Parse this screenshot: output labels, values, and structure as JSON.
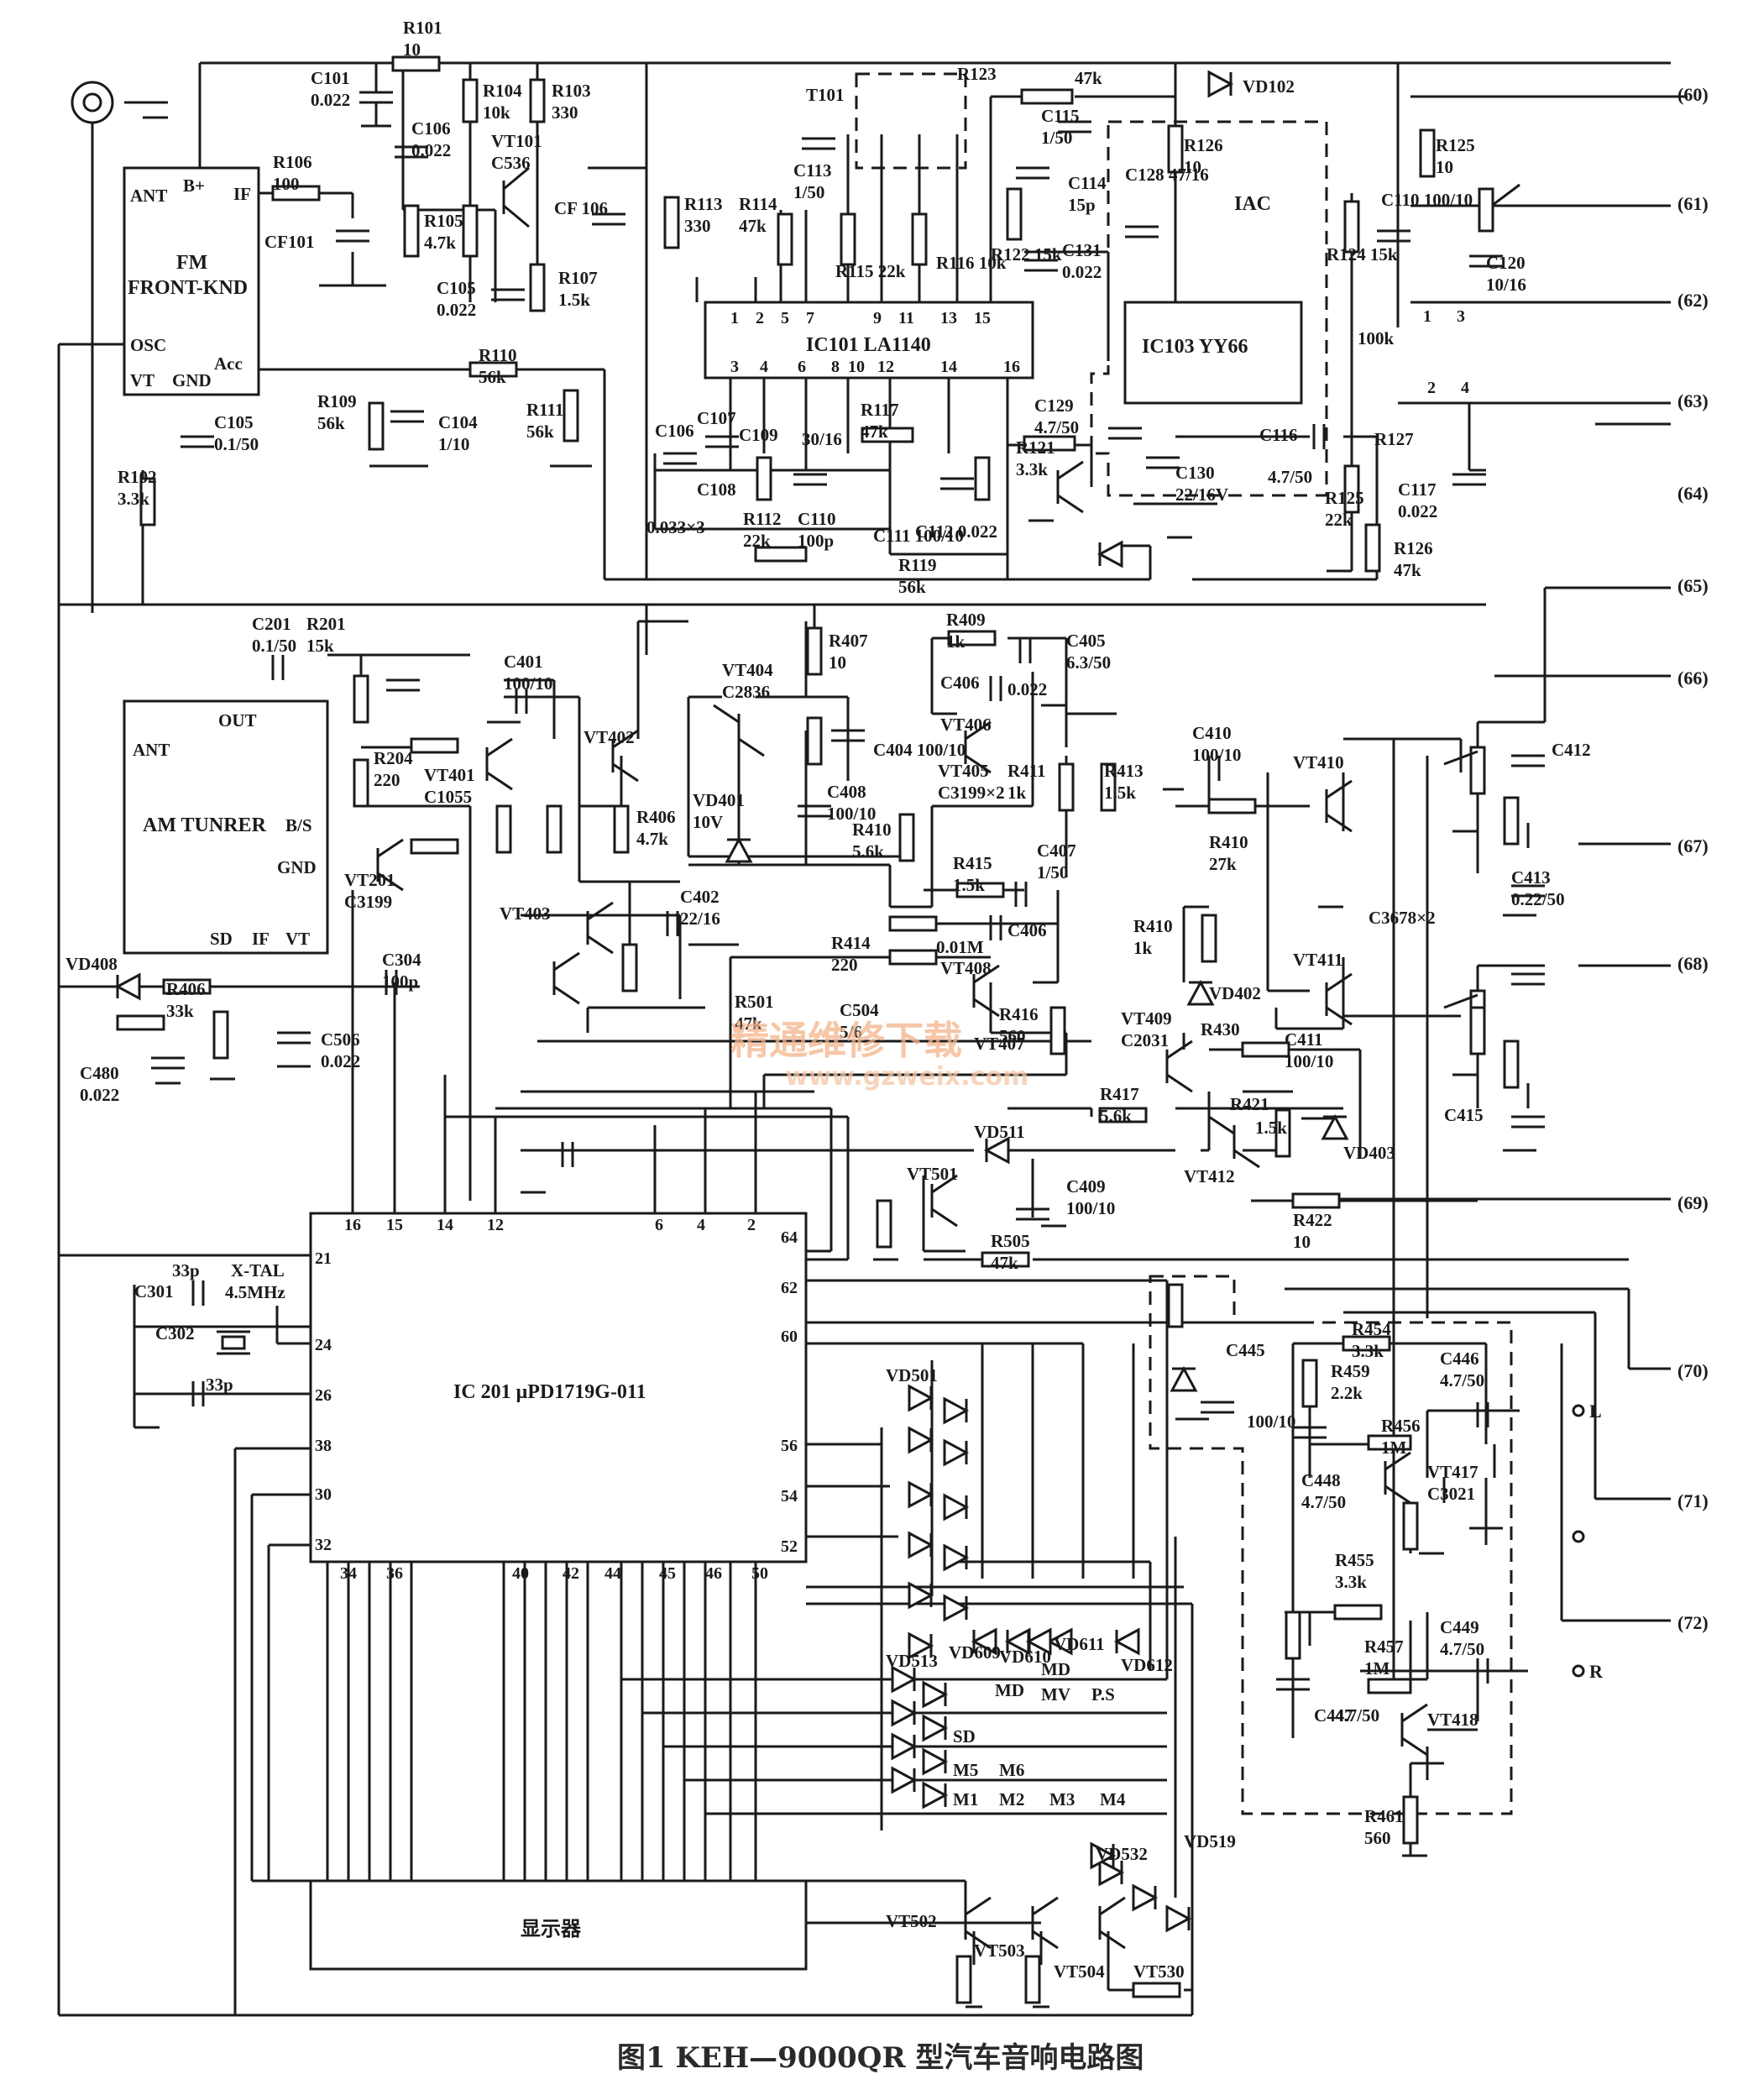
{
  "caption": "图1 KEH—9000QR 型汽车音响电路图",
  "watermark": {
    "site": "精通维修下载",
    "url": "www.gzweix.com"
  },
  "blocks": {
    "fm_front": {
      "line1": "FM",
      "line2": "FRONT-KND",
      "ant": "ANT",
      "bplus": "B+",
      "if": "IF",
      "osc": "OSC",
      "vt": "VT",
      "gnd": "GND",
      "acc": "Acc"
    },
    "am_tuner": {
      "name": "AM TUNRER",
      "out": "OUT",
      "ant": "ANT",
      "bs": "B/S",
      "gnd": "GND",
      "sd": "SD",
      "if": "IF",
      "vt": "VT"
    },
    "ic101": {
      "name": "IC101 LA1140",
      "pins_top": [
        "1",
        "2",
        "5",
        "7",
        "9",
        "11",
        "13",
        "15"
      ],
      "pins_bottom": [
        "3",
        "4",
        "6",
        "8",
        "10",
        "12",
        "14",
        "16"
      ]
    },
    "ic103": {
      "name": "IC103 YY66",
      "iac": "IAC"
    },
    "ic201": {
      "name": "IC 201 μPD1719G-011",
      "pins_top": [
        "16",
        "15",
        "14",
        "12",
        "6",
        "4",
        "2"
      ],
      "pins_left": [
        "21",
        "24",
        "26",
        "38",
        "30",
        "32"
      ],
      "pins_right": [
        "64",
        "62",
        "60",
        "56",
        "54",
        "52"
      ],
      "pins_bottom": [
        "34",
        "36",
        "40",
        "42",
        "44",
        "45",
        "46",
        "50"
      ]
    },
    "display": {
      "name": "显示器"
    },
    "xtal": {
      "name": "X-TAL",
      "freq": "4.5MHz"
    }
  },
  "components": {
    "r101": [
      "R101",
      "10"
    ],
    "c101": [
      "C101",
      "0.022"
    ],
    "r104": [
      "R104",
      "10k"
    ],
    "r103": [
      "R103",
      "330"
    ],
    "vt101": [
      "VT101",
      "C536"
    ],
    "r106": [
      "R106",
      "100"
    ],
    "c106a": [
      "C106",
      "0.022"
    ],
    "cf101": "CF101",
    "r105": [
      "R105",
      "4.7k"
    ],
    "c105a": [
      "C105",
      "0.022"
    ],
    "r107": [
      "R107",
      "1.5k"
    ],
    "cf106": "CF 106",
    "r109": [
      "R109",
      "56k"
    ],
    "c104": [
      "C104",
      "1/10"
    ],
    "r110": [
      "R110",
      "56k"
    ],
    "r111": [
      "R111",
      "56k"
    ],
    "c105b": [
      "C105",
      "0.1/50"
    ],
    "r102": [
      "R102",
      "3.3k"
    ],
    "r113": [
      "R113",
      "330"
    ],
    "r114": [
      "R114",
      "47k"
    ],
    "c113": [
      "C113",
      "1/50"
    ],
    "t101": "T101",
    "r115": "R115 22k",
    "r116": "R116 10k",
    "r122": "R122 15k",
    "r123": "R123",
    "r123v": "47k",
    "c115": [
      "C115",
      "1/50"
    ],
    "c114": [
      "C114",
      "15p"
    ],
    "c131": [
      "C131",
      "0.022"
    ],
    "vd102": "VD102",
    "r126a": [
      "R126",
      "10"
    ],
    "c128": "C128 47/16",
    "r124": "R124 15k",
    "c110a": "C110 100/10",
    "r125a": [
      "R125",
      "10"
    ],
    "c120": [
      "C120",
      "10/16"
    ],
    "r127": "R127",
    "r127v": "100k",
    "c106b": "C106",
    "c107": "C107",
    "c108": "C108",
    "c109": "C109",
    "c109v": "30/16",
    "r117": [
      "R117",
      "47k"
    ],
    "c111": "C111 100/10",
    "c112": "C112 0.022",
    "cx3": "0.033×3",
    "r112": [
      "R112",
      "22k"
    ],
    "c110b": [
      "C110",
      "100p"
    ],
    "r119": [
      "R119",
      "56k"
    ],
    "c129": [
      "C129",
      "4.7/50"
    ],
    "r121": [
      "R121",
      "3.3k"
    ],
    "c130": [
      "C130",
      "22/16V"
    ],
    "c116": "C116",
    "c116v": "4.7/50",
    "r125b": [
      "R125",
      "22k"
    ],
    "c117": [
      "C117",
      "0.022"
    ],
    "r126b": [
      "R126",
      "47k"
    ],
    "c201": [
      "C201",
      "0.1/50"
    ],
    "r201": [
      "R201",
      "15k"
    ],
    "r204": [
      "R204",
      "220"
    ],
    "vt201": [
      "VT201",
      "C3199"
    ],
    "vt401": [
      "VT401",
      "C1055"
    ],
    "c401": [
      "C401",
      "100/10"
    ],
    "vt402": "VT402",
    "r406a": [
      "R406",
      "4.7k"
    ],
    "vt403": "VT403",
    "c402": [
      "C402",
      "22/16"
    ],
    "vt404": [
      "VT404",
      "C2836"
    ],
    "vd401": [
      "VD401",
      "10V"
    ],
    "r407": [
      "R407",
      "10"
    ],
    "c404": "C404 100/10",
    "c408": [
      "C408",
      "100/10"
    ],
    "r410a": [
      "R410",
      "5.6k"
    ],
    "r409": [
      "R409",
      "1k"
    ],
    "c405": [
      "C405",
      "6.3/50"
    ],
    "c406a": "C406",
    "c406v": "0.022",
    "vt406": "VT406",
    "vt405": [
      "VT405",
      "C3199×2"
    ],
    "r411": [
      "R411",
      "1k"
    ],
    "r413": [
      "R413",
      "1.5k"
    ],
    "r415": [
      "R415",
      "1.5k"
    ],
    "c407": [
      "C407",
      "1/50"
    ],
    "c406b": "C406",
    "r414": [
      "R414",
      "220"
    ],
    "r0": "0.01M",
    "vt408": "VT408",
    "r416": [
      "R416",
      "560"
    ],
    "vt407": "VT407",
    "c504": [
      "C504",
      "5/6"
    ],
    "r501": [
      "R501",
      "47k"
    ],
    "c304": [
      "C304",
      "100p"
    ],
    "c506": [
      "C506",
      "0.022"
    ],
    "vd408": "VD408",
    "r406b": [
      "R406",
      "33k"
    ],
    "c480": [
      "C480",
      "0.022"
    ],
    "c410": [
      "C410",
      "100/10"
    ],
    "r410b": [
      "R410",
      "27k"
    ],
    "vt410": "VT410",
    "c3678": "C3678×2",
    "vt411": "VT411",
    "r410c": [
      "R410",
      "1k"
    ],
    "vd402": "VD402",
    "vt409": [
      "VT409",
      "C2031"
    ],
    "r430": "R430",
    "c411": [
      "C411",
      "100/10"
    ],
    "r421": "R421",
    "r421v": "1.5k",
    "vd403": "VD403",
    "r417": [
      "R417",
      "5.6k"
    ],
    "vt412": "VT412",
    "r422": [
      "R422",
      "10"
    ],
    "vd511": "VD511",
    "vt501": "VT501",
    "c409": [
      "C409",
      "100/10"
    ],
    "r505": [
      "R505",
      "47k"
    ],
    "c412": "C412",
    "c413": [
      "C413",
      "0.22/50"
    ],
    "c415": "C415",
    "c301": [
      "C301",
      "33p"
    ],
    "c302": [
      "C302",
      "33p"
    ],
    "c445": "C445",
    "c445v": "100/10",
    "r454": [
      "R454",
      "3.3k"
    ],
    "r459": [
      "R459",
      "2.2k"
    ],
    "r456": [
      "R456",
      "1M"
    ],
    "c446": [
      "C446",
      "4.7/50"
    ],
    "vt417": [
      "VT417",
      "C3021"
    ],
    "c448": [
      "C448",
      "4.7/50"
    ],
    "r455": [
      "R455",
      "3.3k"
    ],
    "c449": [
      "C449",
      "4.7/50"
    ],
    "r457": [
      "R457",
      "1M"
    ],
    "c447": [
      "C447",
      "4.7/50"
    ],
    "vt418": "VT418",
    "r461": [
      "R461",
      "560"
    ],
    "vd501": "VD501",
    "vd513": "VD513",
    "vd609": "VD609",
    "vd610": "VD610",
    "vd611": "VD611",
    "vd612": "VD612",
    "vd532": "VD532",
    "vd519": "VD519",
    "vd530": "VT530",
    "vt502": "VT502",
    "vt503": "VT503",
    "vt504": "VT504"
  },
  "display_keys": [
    "MD",
    "MD",
    "MV",
    "P.S",
    "SD",
    "M5",
    "M6",
    "M1",
    "M2",
    "M3",
    "M4"
  ],
  "terminals": [
    "(60)",
    "(61)",
    "(62)",
    "(63)",
    "(64)",
    "(65)",
    "(66)",
    "(67)",
    "(68)",
    "(69)",
    "(70)",
    "(71)",
    "(72)"
  ],
  "io": {
    "left": "L",
    "right": "R"
  },
  "ic103_pins": [
    "1",
    "3",
    "2",
    "4"
  ]
}
